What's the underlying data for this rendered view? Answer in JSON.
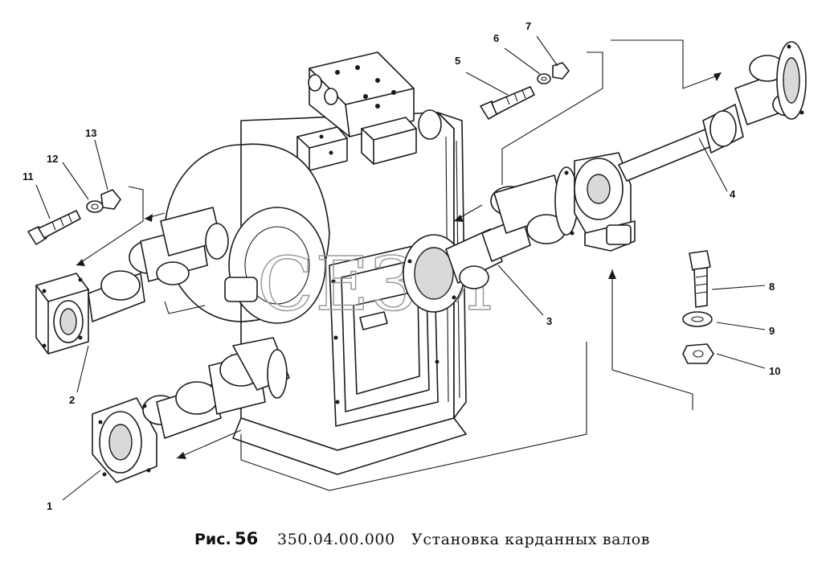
{
  "watermark": "СЕЗМ",
  "caption": {
    "prefix": "Рис.",
    "number": "56",
    "code": "350.04.00.000",
    "title": "Установка карданных валов"
  },
  "callouts": [
    {
      "id": "1",
      "text": "1"
    },
    {
      "id": "2",
      "text": "2"
    },
    {
      "id": "3",
      "text": "3"
    },
    {
      "id": "4",
      "text": "4"
    },
    {
      "id": "5",
      "text": "5"
    },
    {
      "id": "6",
      "text": "6"
    },
    {
      "id": "7",
      "text": "7"
    },
    {
      "id": "8",
      "text": "8"
    },
    {
      "id": "9",
      "text": "9"
    },
    {
      "id": "10",
      "text": "10"
    },
    {
      "id": "11",
      "text": "11"
    },
    {
      "id": "12",
      "text": "12"
    },
    {
      "id": "13",
      "text": "13"
    }
  ]
}
